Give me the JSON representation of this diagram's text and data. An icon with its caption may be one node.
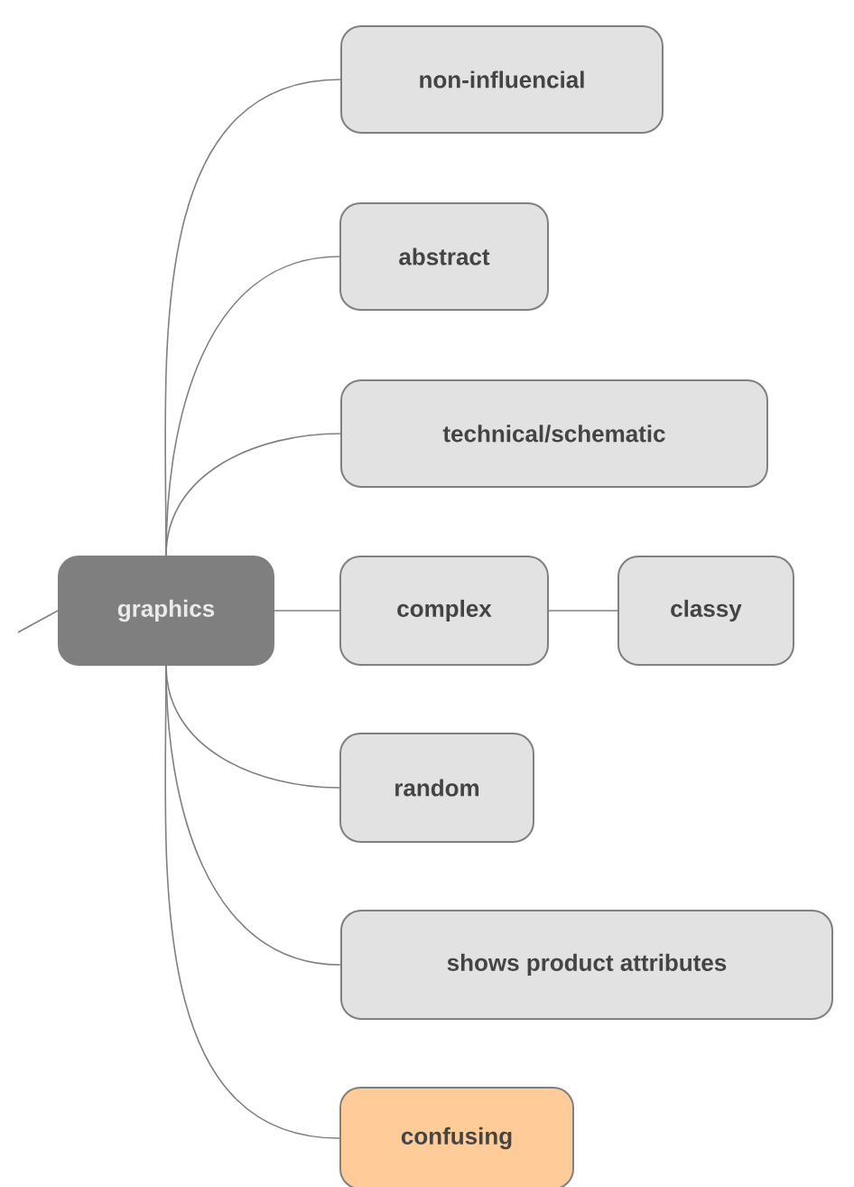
{
  "diagram": {
    "nodes": [
      {
        "text": [
          "graphics"
        ]
      },
      {
        "text": [
          "non-influencial"
        ]
      },
      {
        "text": [
          "abstract"
        ]
      },
      {
        "text": [
          "technical/schematic"
        ]
      },
      {
        "text": [
          "complex"
        ]
      },
      {
        "text": [
          "classy"
        ]
      },
      {
        "text": [
          "random"
        ]
      },
      {
        "text": [
          "shows product attributes"
        ]
      },
      {
        "text": [
          "confusing"
        ]
      }
    ],
    "edges": [
      {
        "from": null,
        "to": 0,
        "arrow": "none"
      },
      {
        "from": 0,
        "to": 1,
        "arrow": "none"
      },
      {
        "from": 0,
        "to": 2,
        "arrow": "none"
      },
      {
        "from": 0,
        "to": 3,
        "arrow": "none"
      },
      {
        "from": 0,
        "to": 4,
        "arrow": "none"
      },
      {
        "from": 4,
        "to": 5,
        "arrow": "none"
      },
      {
        "from": 0,
        "to": 6,
        "arrow": "none"
      },
      {
        "from": 0,
        "to": 7,
        "arrow": "none"
      },
      {
        "from": 0,
        "to": 8,
        "arrow": "none"
      }
    ]
  }
}
